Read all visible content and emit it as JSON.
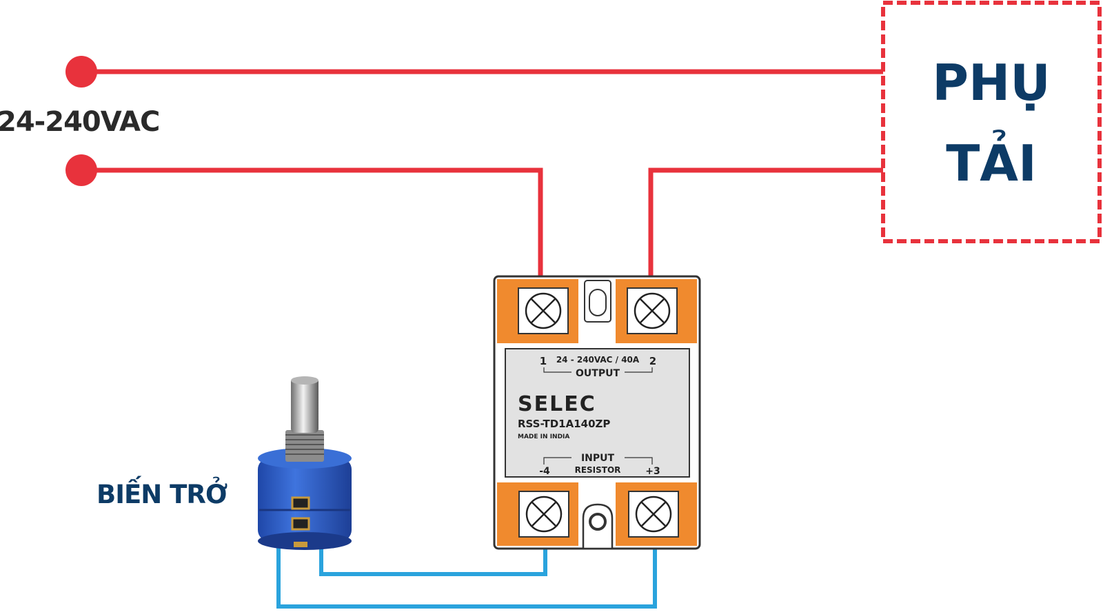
{
  "supply": {
    "voltage_label": "24-240VAC"
  },
  "load": {
    "line1": "PHỤ",
    "line2": "TẢI"
  },
  "potentiometer": {
    "label": "BIẾN TRỞ"
  },
  "relay": {
    "terminal_left_output": "1",
    "terminal_right_output": "2",
    "output_rating": "24 - 240VAC / 40A",
    "output_label": "OUTPUT",
    "brand": "SELEC",
    "model": "RSS-TD1A140ZP",
    "origin": "MADE IN INDIA",
    "input_label": "INPUT",
    "input_sub_label": "RESISTOR",
    "terminal_left_input": "-4",
    "terminal_right_input": "+3"
  },
  "colors": {
    "ac_wire": "#e8323c",
    "control_wire": "#2aa3dd",
    "load_border": "#e8323c",
    "label_navy": "#0d3b66",
    "terminal_orange": "#f08a2e",
    "relay_panel": "#e2e2e2",
    "pot_blue": "#2d5fc9"
  }
}
